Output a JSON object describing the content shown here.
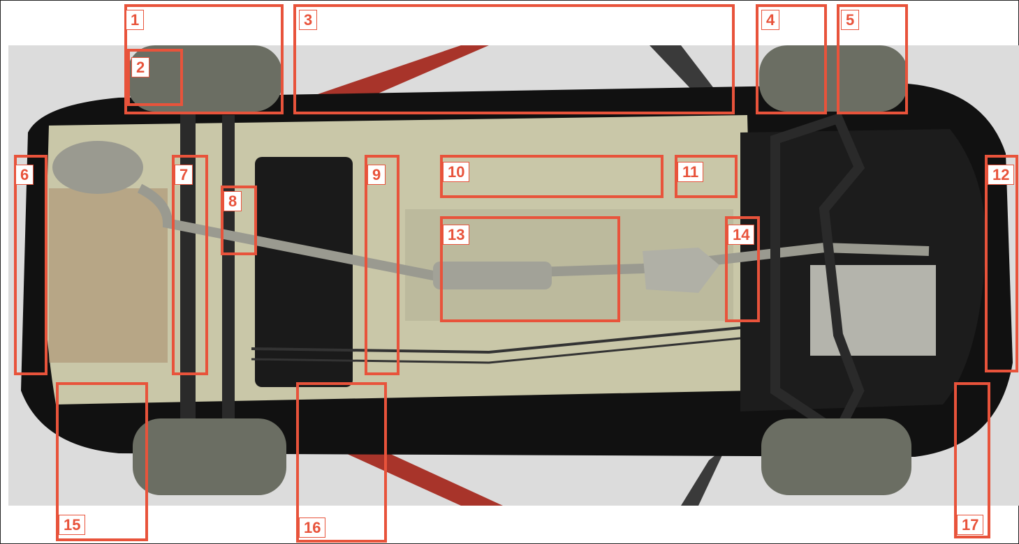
{
  "diagram": {
    "colors": {
      "callout": "#e8533b",
      "floor_pan": "#c9c7a8",
      "body_black": "#111111",
      "tire": "#6b6e63",
      "exhaust": "#9a9a90",
      "lift_arm": "#a8342a"
    },
    "callouts": [
      {
        "number": "1"
      },
      {
        "number": "2"
      },
      {
        "number": "3"
      },
      {
        "number": "4"
      },
      {
        "number": "5"
      },
      {
        "number": "6"
      },
      {
        "number": "7"
      },
      {
        "number": "8"
      },
      {
        "number": "9"
      },
      {
        "number": "10"
      },
      {
        "number": "11"
      },
      {
        "number": "12"
      },
      {
        "number": "13"
      },
      {
        "number": "14"
      },
      {
        "number": "15"
      },
      {
        "number": "16"
      },
      {
        "number": "17"
      }
    ]
  }
}
